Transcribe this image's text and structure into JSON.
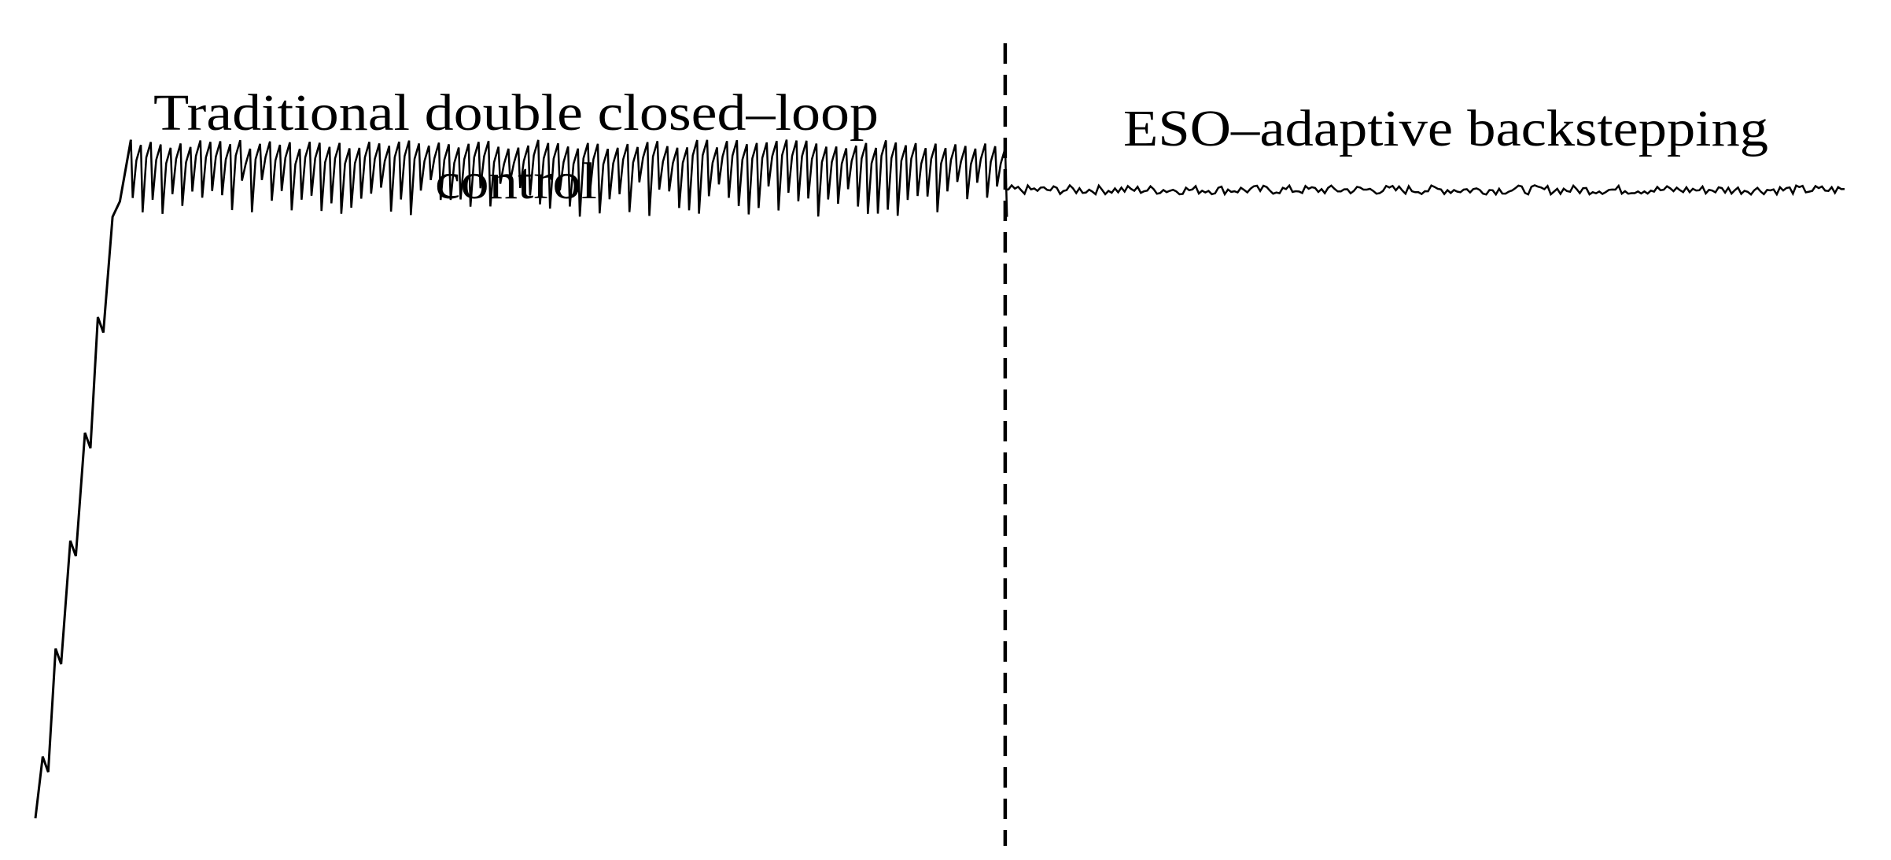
{
  "chart_data": {
    "type": "line",
    "title": "",
    "xlabel": "",
    "ylabel": "",
    "axes_visible": false,
    "grid": false,
    "legend": "none",
    "line_color": "#000000",
    "divider_style": "dashed",
    "x_range": [
      0,
      1
    ],
    "y_range": [
      0,
      1
    ],
    "divider_x": 0.528,
    "regions": [
      {
        "name": "traditional",
        "label_lines": [
          "Traditional  double closed–loop",
          "control"
        ],
        "x_start": 0.0,
        "x_end": 0.528
      },
      {
        "name": "eso",
        "label_lines": [
          "ESO–adaptive backstepping"
        ],
        "x_start": 0.528,
        "x_end": 1.0
      }
    ],
    "series": [
      {
        "points": [
          [
            0.0,
            0.0
          ],
          [
            0.004,
            0.08
          ],
          [
            0.007,
            0.06
          ],
          [
            0.011,
            0.22
          ],
          [
            0.014,
            0.2
          ],
          [
            0.019,
            0.36
          ],
          [
            0.022,
            0.34
          ],
          [
            0.027,
            0.5
          ],
          [
            0.03,
            0.48
          ],
          [
            0.034,
            0.65
          ],
          [
            0.037,
            0.63
          ],
          [
            0.042,
            0.78
          ],
          [
            0.046,
            0.8
          ],
          [
            0.049,
            0.84
          ],
          [
            0.052,
            0.88
          ]
        ]
      },
      {
        "level_high": 0.88,
        "level_low_min": 0.78,
        "level_low_max": 0.83,
        "spike_count": 88,
        "x_start": 0.052,
        "x_end": 0.528
      },
      {
        "level": 0.815,
        "ripple": 0.006,
        "x_start": 0.528,
        "x_end": 0.985
      }
    ]
  }
}
